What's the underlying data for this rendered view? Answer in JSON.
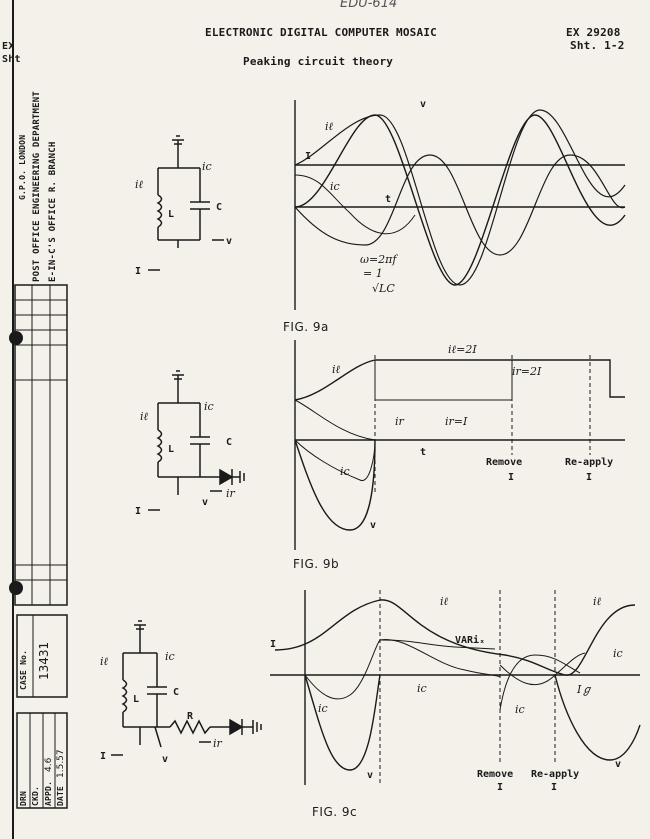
{
  "header": {
    "stamp": "EDU-614",
    "title": "ELECTRONIC DIGITAL COMPUTER MOSAIC",
    "ref": "EX 29208",
    "sheet": "Sht. 1-2",
    "subtitle": "Peaking circuit theory"
  },
  "margin": {
    "top_clip": "EX\nSht",
    "dept": "POST OFFICE ENGINEERING DEPARTMENT",
    "office": "E-IN-C'S OFFICE   R. BRANCH",
    "pre": "G.P.O. LONDON",
    "case_label": "CASE No.",
    "case_no": "13431",
    "drn": "DRN",
    "ckd": "CKD.",
    "appd": "APPD.",
    "date": "DATE",
    "date_val": "1.5.57",
    "appd_val": "4.6"
  },
  "fig9a": {
    "caption": "FIG. 9a",
    "circuit": {
      "il": "iℓ",
      "ic": "ic",
      "L": "L",
      "C": "C",
      "v": "v",
      "I": "I"
    },
    "graph": {
      "il": "iℓ",
      "v": "v",
      "I": "I",
      "ic": "ic",
      "t": "t",
      "omega": "ω=2πf",
      "eq": "= 1",
      "den": "√LC"
    }
  },
  "fig9b": {
    "caption": "FIG. 9b",
    "circuit": {
      "il": "iℓ",
      "ic": "ic",
      "L": "L",
      "C": "C",
      "v": "v",
      "I": "I",
      "ir": "ir"
    },
    "graph": {
      "il": "iℓ",
      "il2": "iℓ=2I",
      "ir2": "ir=2I",
      "ir": "ir",
      "irI": "ir=I",
      "t": "t",
      "ic": "ic",
      "v": "v",
      "remove": "Remove",
      "reapply": "Re-apply",
      "I1": "I",
      "I2": "I"
    }
  },
  "fig9c": {
    "caption": "FIG. 9c",
    "circuit": {
      "il": "iℓ",
      "ic": "ic",
      "L": "L",
      "C": "C",
      "R": "R",
      "v": "v",
      "I": "I",
      "ir": "ir"
    },
    "graph": {
      "I": "I",
      "il": "iℓ",
      "var": "VARiₓ",
      "ic1": "ic",
      "ic2": "ic",
      "ic3": "ic",
      "ic4": "ic",
      "v1": "v",
      "v2": "v",
      "il2": "iℓ",
      "ig": "Iℊ",
      "remove": "Remove",
      "reapply": "Re-apply",
      "I1": "I",
      "I2": "I"
    }
  }
}
